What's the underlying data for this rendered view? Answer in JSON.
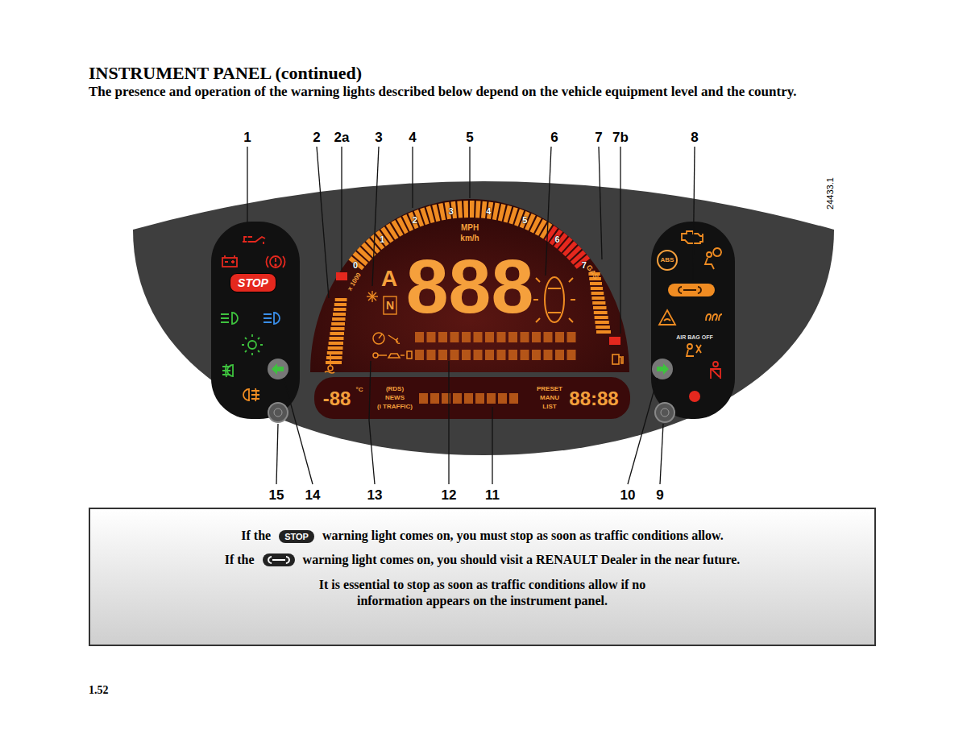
{
  "diagram": {
    "title": "INSTRUMENT PANEL (continued)",
    "nodes": [
      {
        "text": [
          "STOP"
        ]
      },
      {
        "text": [
          "ABS"
        ]
      },
      {
        "text": [
          "If the",
          "warning light comes on, you must stop as soon as traffic conditions allow.",
          "If the",
          "warning light comes on, you should visit a RENAULT Dealer in the near future.",
          "It is essential to stop as soon as traffic conditions allow if no information appears on the instrument panel."
        ]
      },
      {
        "text": [
          "STOP"
        ],
        "in": 2
      }
    ],
    "labels": [
      "The presence and operation of the warning lights described below depend on the vehicle equipment level and the country.",
      "1",
      "2",
      "2a",
      "3",
      "4",
      "5",
      "6",
      "7",
      "7b",
      "8",
      "15",
      "14",
      "13",
      "12",
      "11",
      "10",
      "9",
      "0",
      "1",
      "2",
      "3",
      "4",
      "5",
      "6",
      "7",
      "x 1000",
      "MPH",
      "km/h",
      "GAS",
      "A",
      "888",
      "-88",
      "°C",
      "(RDS)",
      "NEWS",
      "(i TRAFFIC)",
      "PRESET",
      "MANU",
      "LIST",
      "88:88",
      "AIR BAG OFF",
      "24433.1",
      "1.52",
      "N"
    ]
  }
}
